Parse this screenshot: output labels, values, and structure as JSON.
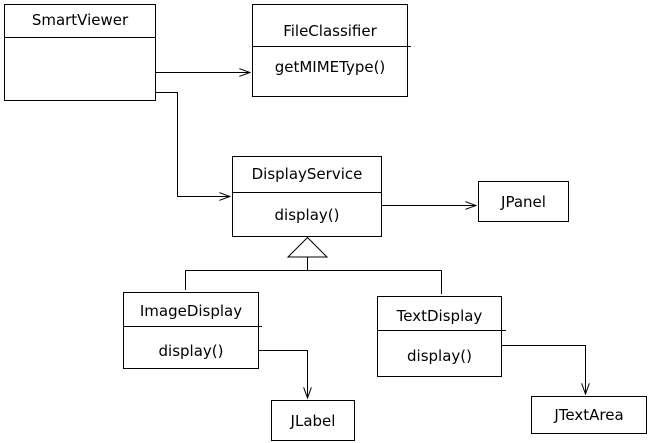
{
  "classes": {
    "smart_viewer": {
      "name": "SmartViewer",
      "method": ""
    },
    "file_classifier": {
      "name": "FileClassifier",
      "method": "getMIMEType()"
    },
    "display_service": {
      "name": "DisplayService",
      "method": "display()"
    },
    "image_display": {
      "name": "ImageDisplay",
      "method": "display()"
    },
    "text_display": {
      "name": "TextDisplay",
      "method": "display()"
    },
    "jpanel": {
      "name": "JPanel"
    },
    "jlabel": {
      "name": "JLabel"
    },
    "jtextarea": {
      "name": "JTextArea"
    }
  }
}
